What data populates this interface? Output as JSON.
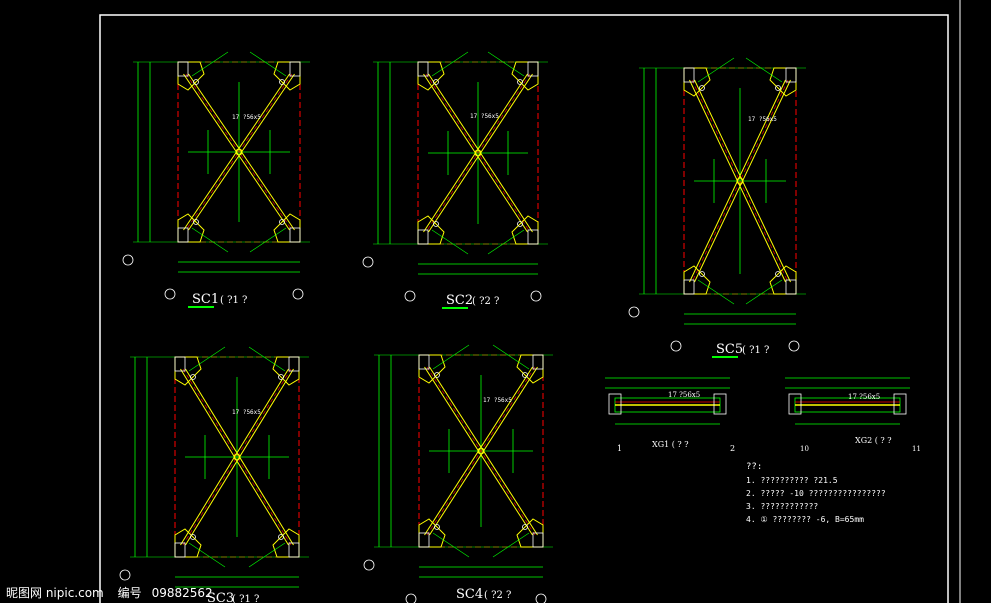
{
  "drawings": [
    {
      "title": "SC1",
      "suffix": "( ?1  ?"
    },
    {
      "title": "SC2",
      "suffix": "( ?2  ?"
    },
    {
      "title": "SC5",
      "suffix": "( ?1  ?"
    },
    {
      "title": "SC3",
      "suffix": "( ?1  ?"
    },
    {
      "title": "SC4",
      "suffix": "( ?2  ?"
    }
  ],
  "struts": [
    {
      "title": "XG1 ( ? ?",
      "label": "17 ?56x5",
      "axes": [
        "1",
        "2"
      ]
    },
    {
      "title": "XG2 ( ? ?",
      "label": "17 ?56x5",
      "axes": [
        "10",
        "11"
      ]
    }
  ],
  "brace_labels": [
    "17 ?56x5",
    "17 ?56x5",
    "17 ?56x5",
    "17 ?56x5",
    "17 ?56x5"
  ],
  "notes": {
    "title": "??:",
    "lines": [
      "1. ??????????  ?21.5",
      "2. ?????  -10 ????????????????",
      "3. ????????????",
      "4. ①  ????????  -6, B=65mm"
    ]
  },
  "watermark": {
    "site": "昵图网 nipic.com",
    "id_label": "编号",
    "id": "09882562"
  },
  "colors": {
    "background": "#000000",
    "frame": "#ffffff",
    "dimension": "#00ff00",
    "gridline": "#ff0000",
    "member": "#ffff00",
    "text": "#ffffff"
  }
}
